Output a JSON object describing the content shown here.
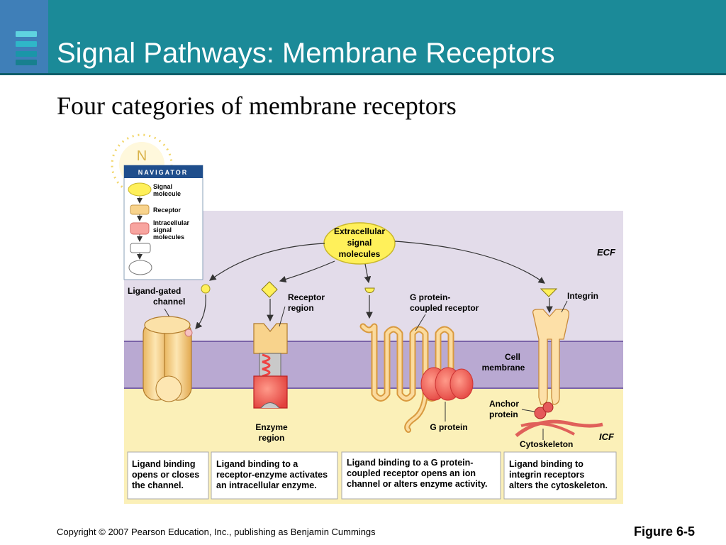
{
  "slide": {
    "title": "Signal Pathways: Membrane Receptors",
    "subtitle": "Four categories of membrane receptors"
  },
  "navigator": {
    "badge": "N",
    "heading": "NAVIGATOR",
    "items": [
      {
        "line1": "Signal",
        "line2": "molecule",
        "line3": ""
      },
      {
        "line1": "Receptor",
        "line2": "",
        "line3": ""
      },
      {
        "line1": "Intracellular",
        "line2": "signal",
        "line3": "molecules"
      }
    ]
  },
  "diagram": {
    "signal_source": {
      "line1": "Extracellular",
      "line2": "signal",
      "line3": "molecules"
    },
    "ecf_label": "ECF",
    "icf_label": "ICF",
    "membrane_label": {
      "line1": "Cell",
      "line2": "membrane"
    },
    "labels": {
      "ligand_gated": {
        "line1": "Ligand-gated",
        "line2": "channel"
      },
      "receptor_region": {
        "line1": "Receptor",
        "line2": "region"
      },
      "enzyme_region": {
        "line1": "Enzyme",
        "line2": "region"
      },
      "gpcr": {
        "line1": "G protein-",
        "line2": "coupled receptor"
      },
      "g_protein": "G protein",
      "integrin": "Integrin",
      "anchor_protein": {
        "line1": "Anchor",
        "line2": "protein"
      },
      "cytoskeleton": "Cytoskeleton"
    },
    "captions": [
      {
        "line1": "Ligand binding",
        "line2": "opens or closes",
        "line3": "the channel."
      },
      {
        "line1": "Ligand binding to a",
        "line2": "receptor-enzyme activates",
        "line3": "an intracellular enzyme."
      },
      {
        "line1": "Ligand binding to a G protein-",
        "line2": "coupled receptor opens an ion",
        "line3": "channel or alters enzyme activity."
      },
      {
        "line1": "Ligand binding to",
        "line2": "integrin receptors",
        "line3": "alters the cytoskeleton."
      }
    ]
  },
  "footer": {
    "copyright": "Copyright © 2007 Pearson Education, Inc., publishing as Benjamin Cummings",
    "figure": "Figure 6-5"
  },
  "colors": {
    "header": "#1b8a98",
    "ecf": "#e3dcea",
    "membrane": "#b9a9d2",
    "icf": "#fbf0b8",
    "signal_molecule": "#fff05a",
    "receptor": "#f8d38c",
    "intracellular": "#f25a5a"
  }
}
